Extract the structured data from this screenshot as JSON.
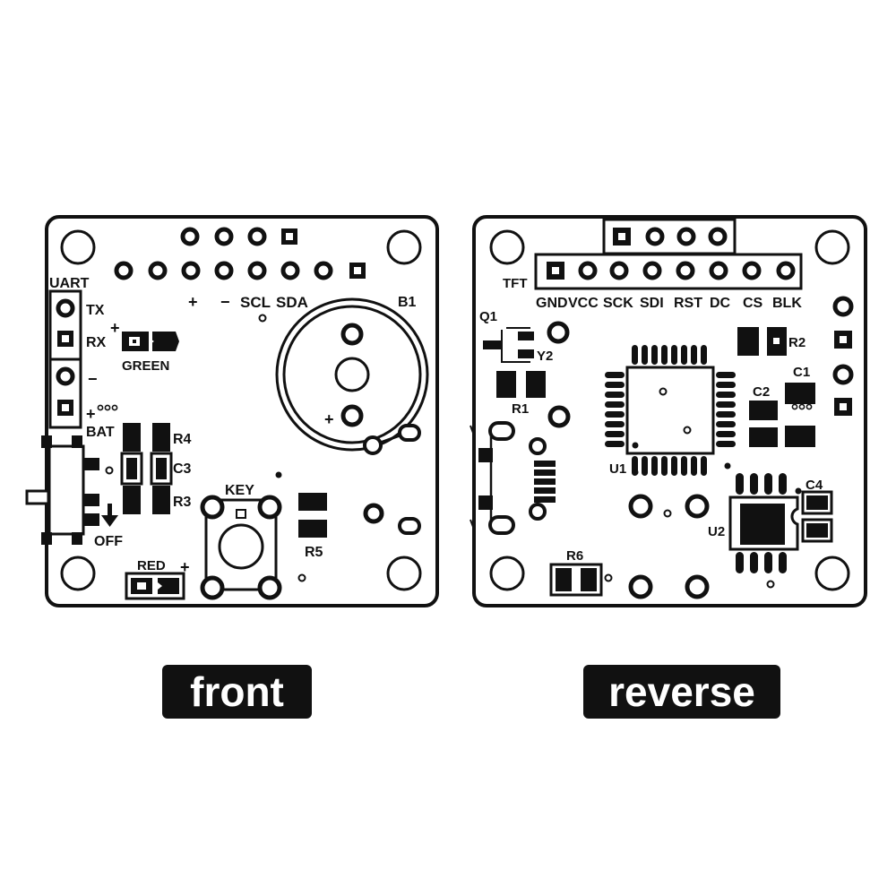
{
  "captions": {
    "front": "front",
    "reverse": "reverse"
  },
  "front": {
    "uart": "UART",
    "tx": "TX",
    "rx": "RX",
    "minus": "−",
    "plus": "+",
    "bat": "BAT",
    "off": "OFF",
    "green": "GREEN",
    "red": "RED",
    "pin_plus": "+",
    "pin_minus": "−",
    "scl": "SCL",
    "sda": "SDA",
    "b1": "B1",
    "buzzer_plus": "+",
    "r4": "R4",
    "c3": "C3",
    "r3": "R3",
    "key": "KEY",
    "r5": "R5"
  },
  "reverse": {
    "tft": "TFT",
    "tft_pins": [
      "GND",
      "VCC",
      "SCK",
      "SDI",
      "RST",
      "DC",
      "CS",
      "BLK"
    ],
    "q1": "Q1",
    "y2": "Y2",
    "r1": "R1",
    "r2": "R2",
    "c1": "C1",
    "c2": "C2",
    "u1": "U1",
    "c4": "C4",
    "u2": "U2",
    "r6": "R6"
  },
  "colors": {
    "ink": "#111111",
    "paper": "#ffffff"
  }
}
